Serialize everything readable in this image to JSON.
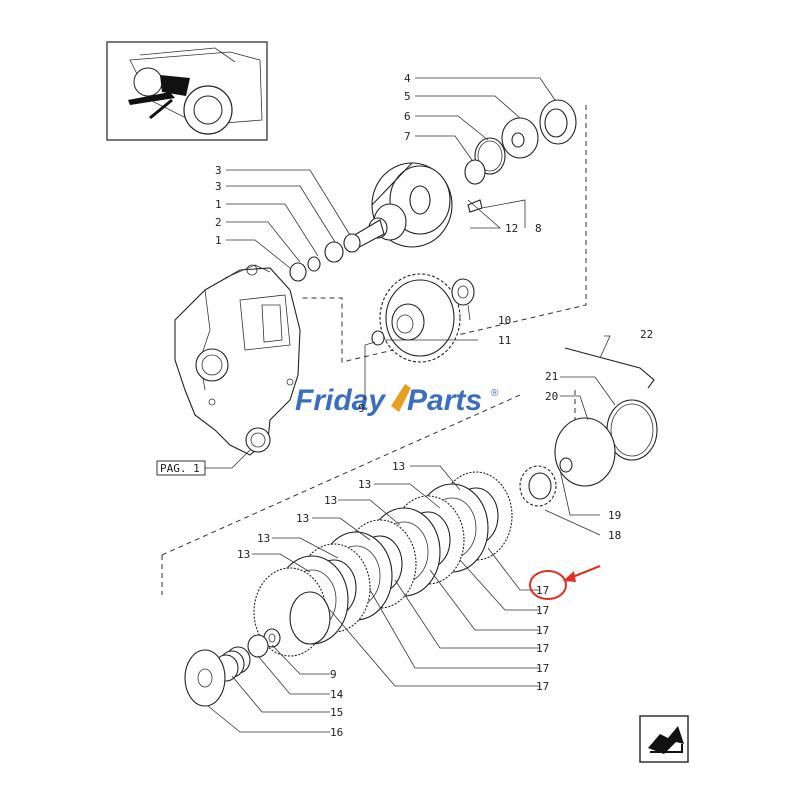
{
  "page_ref": "PAG. 1",
  "watermark": {
    "word1": "Friday",
    "word2": "Parts",
    "mark": "®",
    "color1": "#3a6fbf",
    "color2": "#e8a020"
  },
  "labels": {
    "n4": "4",
    "n5": "5",
    "n6": "6",
    "n7": "7",
    "n8": "8",
    "n3a": "3",
    "n3b": "3",
    "n1a": "1",
    "n2": "2",
    "n1b": "1",
    "n12": "12",
    "n10": "10",
    "n11": "11",
    "n9": "9",
    "n22": "22",
    "n21": "21",
    "n20": "20",
    "n19": "19",
    "n18": "18",
    "n13a": "13",
    "n13b": "13",
    "n13c": "13",
    "n13d": "13",
    "n13e": "13",
    "n13f": "13",
    "n17a": "17",
    "n17b": "17",
    "n17c": "17",
    "n17d": "17",
    "n17e": "17",
    "n17f": "17",
    "n14": "14",
    "n15": "15",
    "n16": "16"
  },
  "highlight": {
    "part": "17",
    "color": "#e03020"
  },
  "icons": {
    "thumbnail": "tractor-location-icon",
    "nav": "next-page-arrow-icon"
  }
}
